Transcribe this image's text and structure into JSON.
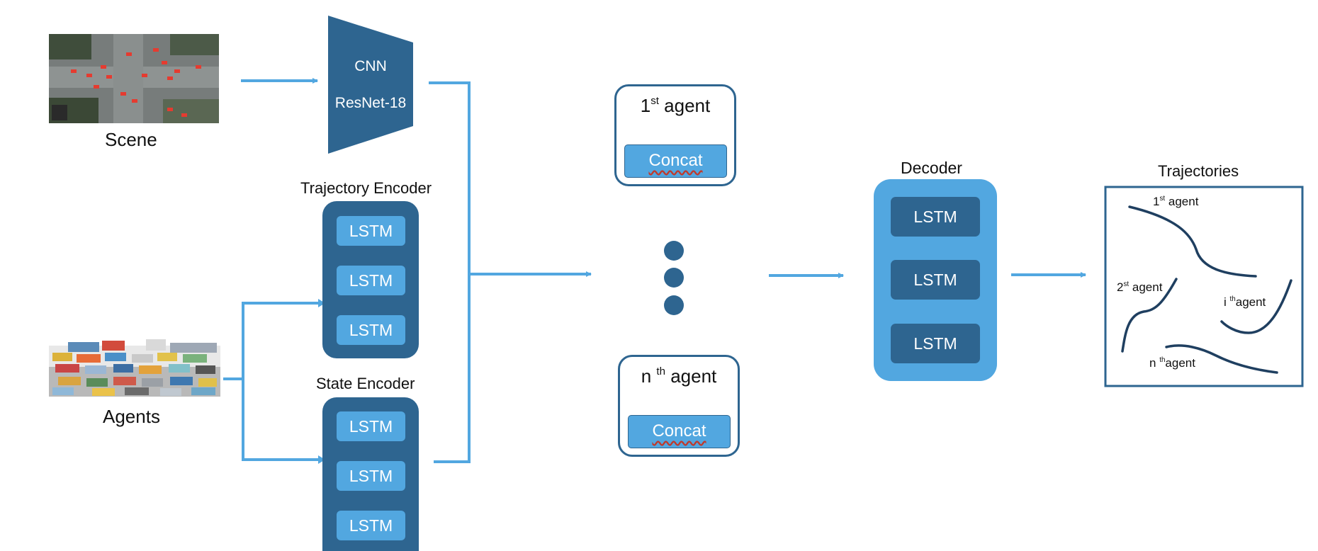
{
  "scene": {
    "label": "Scene"
  },
  "agents_input": {
    "label": "Agents"
  },
  "cnn": {
    "line1": "CNN",
    "line2": "ResNet-18"
  },
  "trajectory_encoder": {
    "title": "Trajectory Encoder",
    "cells": [
      "LSTM",
      "LSTM",
      "LSTM"
    ]
  },
  "state_encoder": {
    "title": "State Encoder",
    "cells": [
      "LSTM",
      "LSTM",
      "LSTM"
    ]
  },
  "agent_first": {
    "num": "1",
    "sup": "st",
    "word": "agent",
    "concat": "Concat"
  },
  "agent_nth": {
    "num": "n",
    "sup": "th",
    "word": "agent",
    "concat": "Concat"
  },
  "decoder": {
    "title": "Decoder",
    "cells": [
      "LSTM",
      "LSTM",
      "LSTM"
    ]
  },
  "trajectories": {
    "title": "Trajectories",
    "labels": [
      {
        "num": "1",
        "sup": "st",
        "word": "agent"
      },
      {
        "num": "2",
        "sup": "st",
        "word": "agent"
      },
      {
        "num": "i",
        "sup": "th",
        "word": "agent"
      },
      {
        "num": "n",
        "sup": "th",
        "word": "agent"
      }
    ]
  },
  "colors": {
    "dark": "#2e6590",
    "light": "#52a7e0",
    "arrow": "#52a7e0"
  }
}
